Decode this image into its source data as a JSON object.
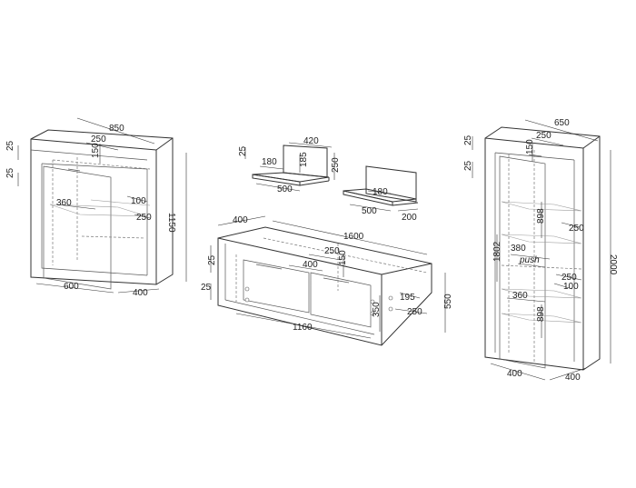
{
  "cabinet_left": {
    "width": "850",
    "depth_top": "250",
    "top_gap": "150",
    "top_thickness": "25",
    "side_thickness": "25",
    "inner_depth": "360",
    "shelf_setback": "100",
    "shelf_depth": "250",
    "height": "1150",
    "front_width": "600",
    "side_depth": "400"
  },
  "shelf_large": {
    "width": "420",
    "thickness": "25",
    "lip": "180",
    "back_height": "185",
    "height": "250",
    "depth": "500"
  },
  "shelf_small": {
    "lip": "180",
    "depth": "500",
    "height": "200"
  },
  "tv_stand": {
    "depth": "400",
    "width": "1600",
    "top_thickness": "25",
    "bottom_thickness": "25",
    "compartment_depth": "250",
    "drawer_depth": "400",
    "drawer_gap": "150",
    "inner_height": "195",
    "height": "550",
    "drawer_height": "350",
    "shelf_depth": "250",
    "inner_width": "1160"
  },
  "wardrobe": {
    "width": "650",
    "depth_top": "250",
    "top_gap": "150",
    "top_thickness": "25",
    "side_thickness": "25",
    "upper_shelf": "898",
    "shelf_depth_a": "250",
    "inner_height": "1802",
    "shelf_width": "380",
    "push_label": "push",
    "shelf_depth_b": "250",
    "shelf_setback": "100",
    "inner_depth": "360",
    "lower_shelf": "898",
    "height": "2000",
    "front_depth": "400",
    "side_depth": "400"
  }
}
